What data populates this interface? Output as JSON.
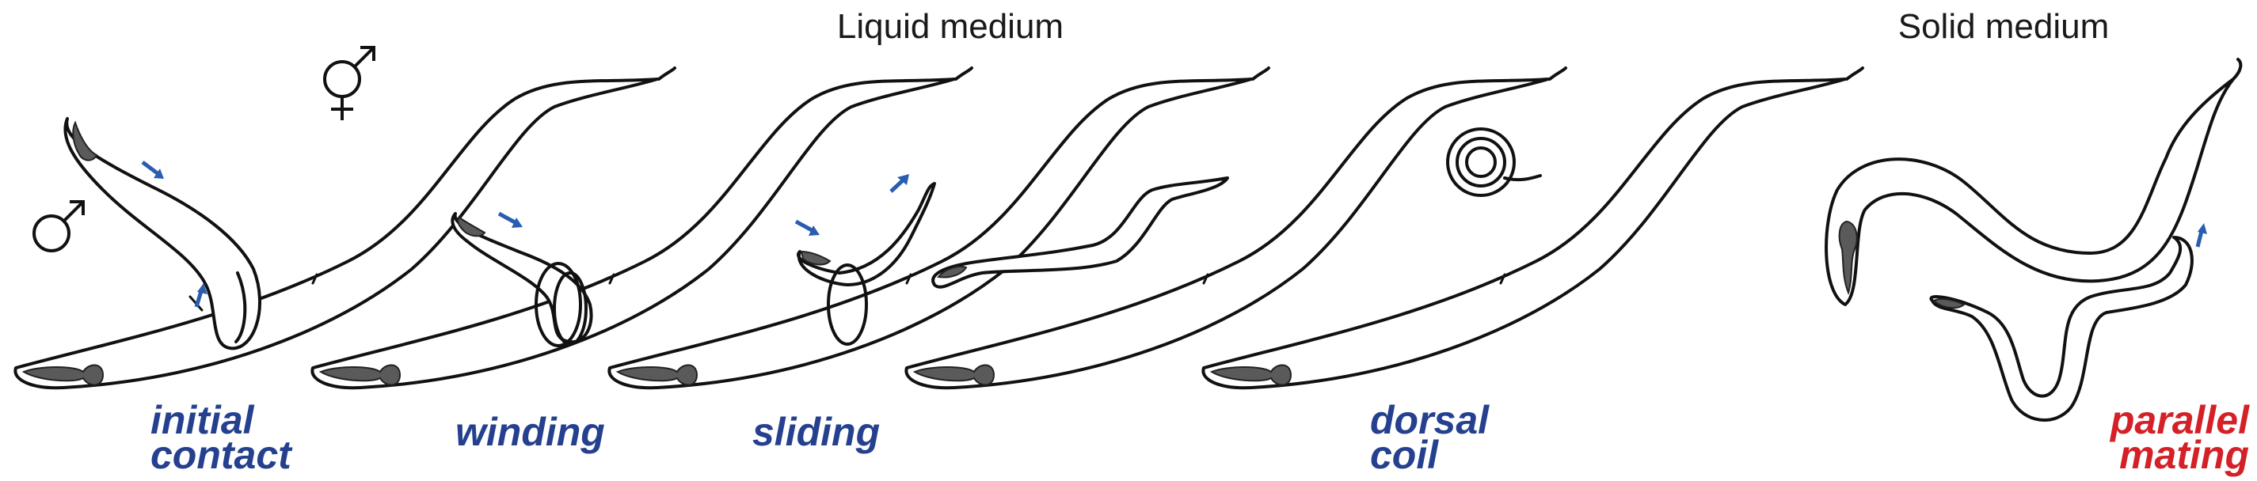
{
  "headers": {
    "liquid": "Liquid medium",
    "solid": "Solid medium"
  },
  "labels": {
    "initial_contact": [
      "initial",
      "contact"
    ],
    "winding": "winding",
    "sliding": "sliding",
    "dorsal_coil": [
      "dorsal",
      "coil"
    ],
    "parallel_mating": [
      "parallel",
      "mating"
    ]
  },
  "colors": {
    "label_blue": "#24408e",
    "label_red": "#d42027",
    "arrow_blue": "#2a5db0",
    "outline": "#111111",
    "organ_gray": "#5a5a5a"
  },
  "symbols": {
    "male": "male-symbol",
    "hermaphrodite": "hermaphrodite-symbol"
  }
}
